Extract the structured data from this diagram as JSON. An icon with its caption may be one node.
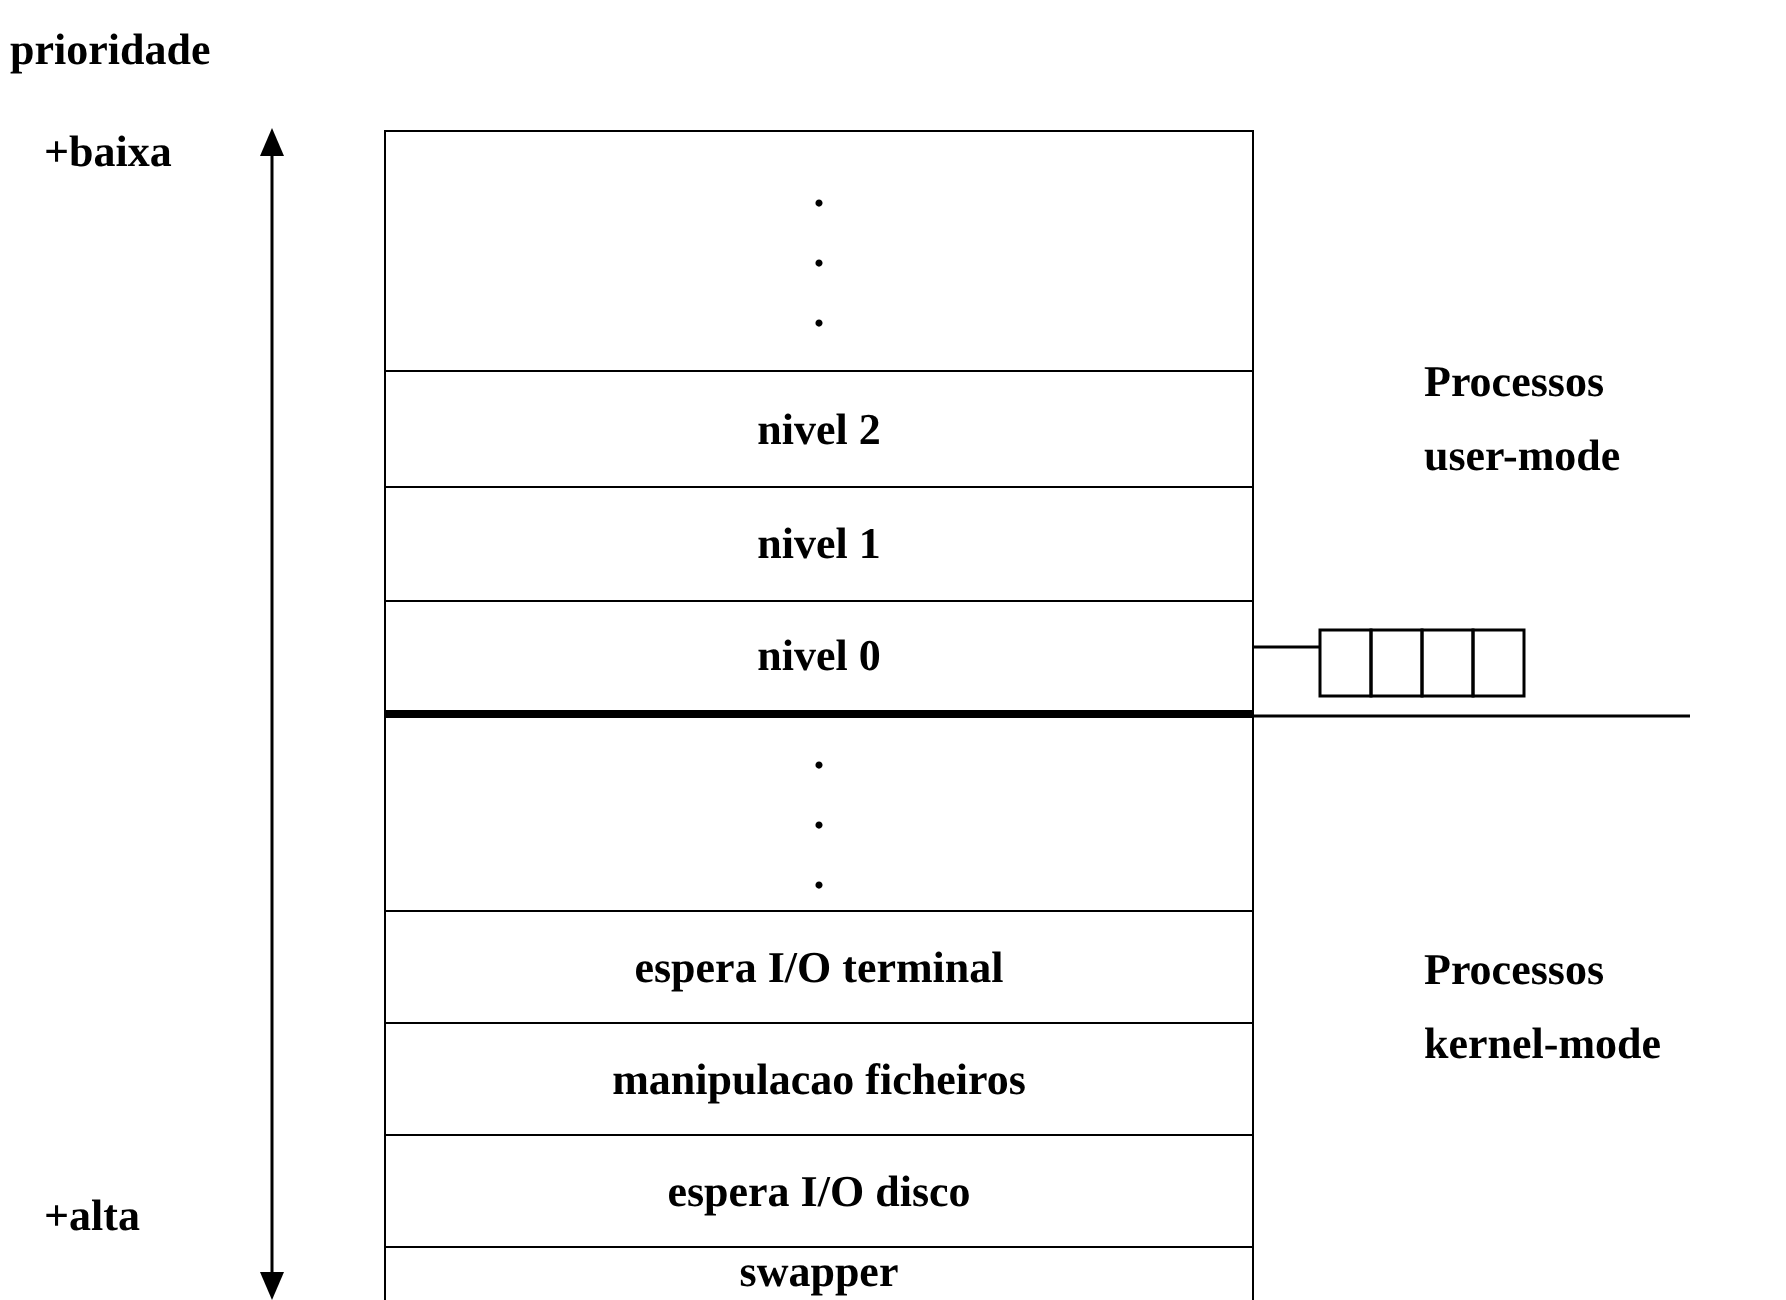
{
  "diagram": {
    "nodes": [
      {
        "text": [
          ". . ."
        ]
      },
      {
        "text": [
          "nivel 2"
        ]
      },
      {
        "text": [
          "nivel 1"
        ]
      },
      {
        "text": [
          "nivel 0"
        ]
      },
      {
        "text": [
          ". . ."
        ]
      },
      {
        "text": [
          "espera I/O terminal"
        ]
      },
      {
        "text": [
          "manipulacao ficheiros"
        ]
      },
      {
        "text": [
          "espera I/O disco"
        ]
      },
      {
        "text": [
          "swapper"
        ]
      },
      {
        "text": [],
        "shape": "box"
      }
    ],
    "edges": [
      {
        "from": 3,
        "to": 9,
        "arrow": "none"
      }
    ],
    "labels": [
      "prioridade",
      "+baixa",
      "Processos user-mode",
      "Processos kernel-mode",
      "+alta"
    ]
  }
}
